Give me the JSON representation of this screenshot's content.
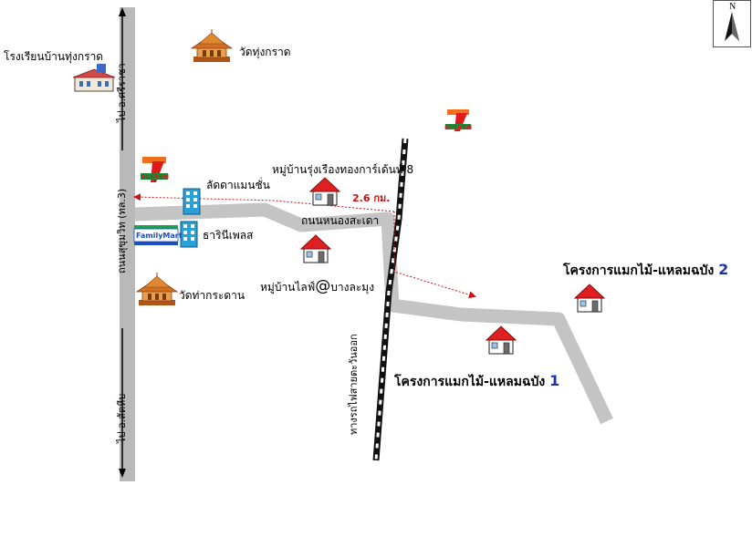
{
  "compass": {
    "north_label": "N"
  },
  "roads": {
    "highway_name": "ถนนสุขุมวิท (ทล.3)",
    "to_north": "ไป อ.ศรีราชา",
    "to_south": "ไป อ.สัตหีบ",
    "side_road": "ถนนหนองสะเดา",
    "railway": "ทางรถไฟสายตะวันออก",
    "distance": "2.6 กม."
  },
  "places": {
    "school": "โรงเรียนบ้านทุ่งกราด",
    "temple_north": "วัดทุ่งกราด",
    "temple_south": "วัดท่ากระดาน",
    "mansion": "ลัดดาแมนชั่น",
    "place": "ธารินีเพลส",
    "village1": "หมู่บ้านรุ่งเรืองทองการ์เด้นท์ 8",
    "village2_a": "หมู่บ้านไลฟ์",
    "village2_at": "@",
    "village2_b": "บางละมุง",
    "project1": "โครงการแมกไม้-แหลมฉบัง",
    "project1_num": "1",
    "project2": "โครงการแมกไม้-แหลมฉบัง",
    "project2_num": "2"
  },
  "brands": {
    "seven_eleven": "ELEVEN",
    "seven": "7",
    "familymart": "FamilyMart"
  },
  "colors": {
    "road": "#c4c4c4",
    "highway": "#b9b9b9",
    "roof": "#e02020",
    "rail": "#111111",
    "arrow": "#cc1111",
    "seven_green": "#1a8a3a",
    "seven_orange": "#f07020",
    "seven_red": "#e01818",
    "fm_green": "#1aa14c",
    "fm_blue": "#1a4fbf",
    "temple": "#c86a1a"
  }
}
